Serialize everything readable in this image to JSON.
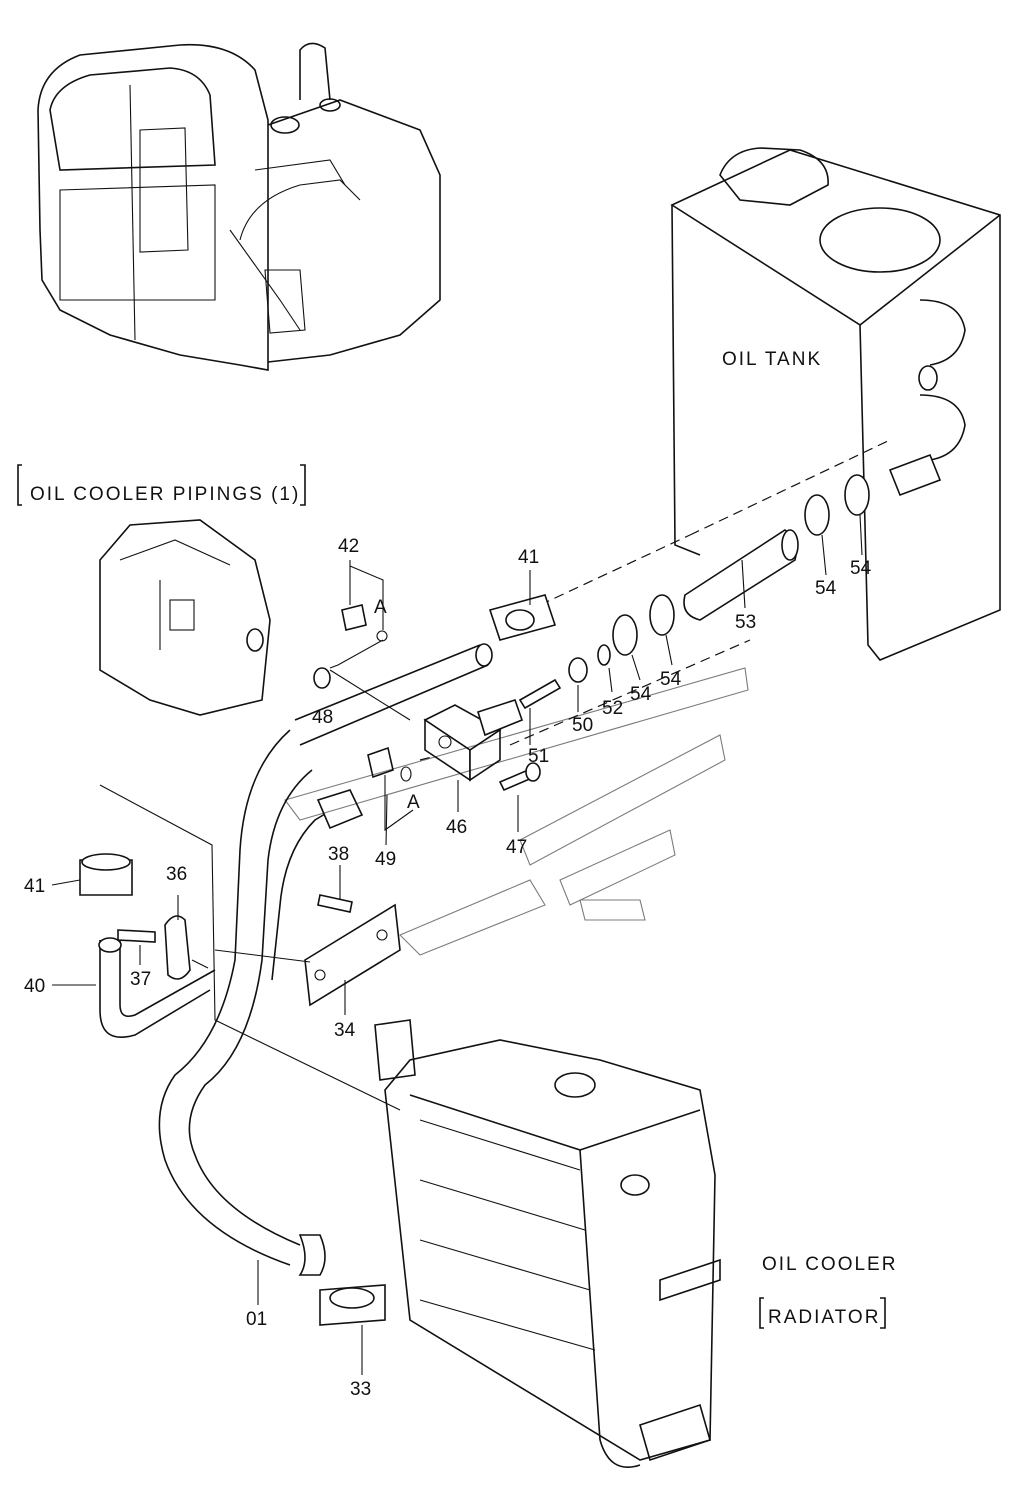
{
  "captions": {
    "section_title": "OIL COOLER PIPINGS (1)",
    "oil_tank": "OIL TANK",
    "oil_cooler": "OIL COOLER",
    "radiator": "RADIATOR"
  },
  "part_numbers": {
    "p01": "01",
    "p33": "33",
    "p34": "34",
    "p36": "36",
    "p37": "37",
    "p38": "38",
    "p40": "40",
    "p41a": "41",
    "p41b": "41",
    "p42": "42",
    "p46": "46",
    "p47": "47",
    "p48": "48",
    "p49": "49",
    "p50": "50",
    "p51": "51",
    "p52": "52",
    "p53": "53",
    "p54a": "54",
    "p54b": "54",
    "p54c": "54",
    "p54d": "54",
    "refA1": "A",
    "refA2": "A"
  }
}
